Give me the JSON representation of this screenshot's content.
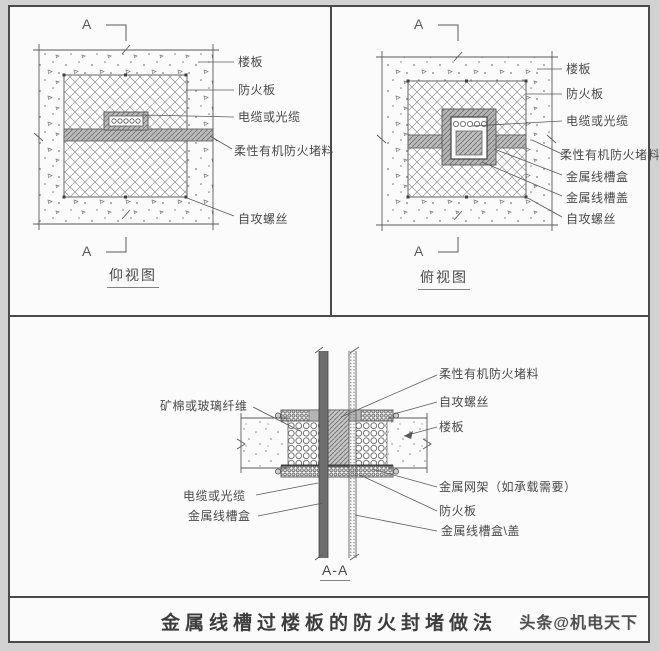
{
  "title": "金属线槽过楼板的防火封堵做法",
  "watermark": "头条@机电天下",
  "colors": {
    "page_bg": "#d2d2d2",
    "panel_bg": "#fbfbfb",
    "frame_border": "#4a4a4a",
    "line": "#5a5a5a",
    "sealant_gray": "#bcbcbc",
    "metal_gray": "#b5b5b5"
  },
  "panels": {
    "bottom_view": {
      "caption": "仰视图",
      "section_letter": "A",
      "labels": {
        "floor_slab": "楼板",
        "fire_board": "防火板",
        "cable": "电缆或光缆",
        "sealant": "柔性有机防火堵料",
        "screw": "自攻螺丝"
      }
    },
    "top_view": {
      "caption": "俯视图",
      "section_letter": "A",
      "labels": {
        "floor_slab": "楼板",
        "fire_board": "防火板",
        "cable": "电缆或光缆",
        "sealant": "柔性有机防火堵料",
        "trough_box": "金属线槽盒",
        "trough_cover": "金属线槽盖",
        "screw": "自攻螺丝"
      }
    },
    "section": {
      "caption": "A-A",
      "labels": {
        "mineral_wool": "矿棉或玻璃纤维",
        "cable": "电缆或光缆",
        "trough_box": "金属线槽盒",
        "sealant": "柔性有机防火堵料",
        "screw": "自攻螺丝",
        "floor_slab": "楼板",
        "metal_mesh": "金属网架（如承载需要）",
        "fire_board": "防火板",
        "trough_box_cover": "金属线槽盒\\盖"
      }
    }
  }
}
